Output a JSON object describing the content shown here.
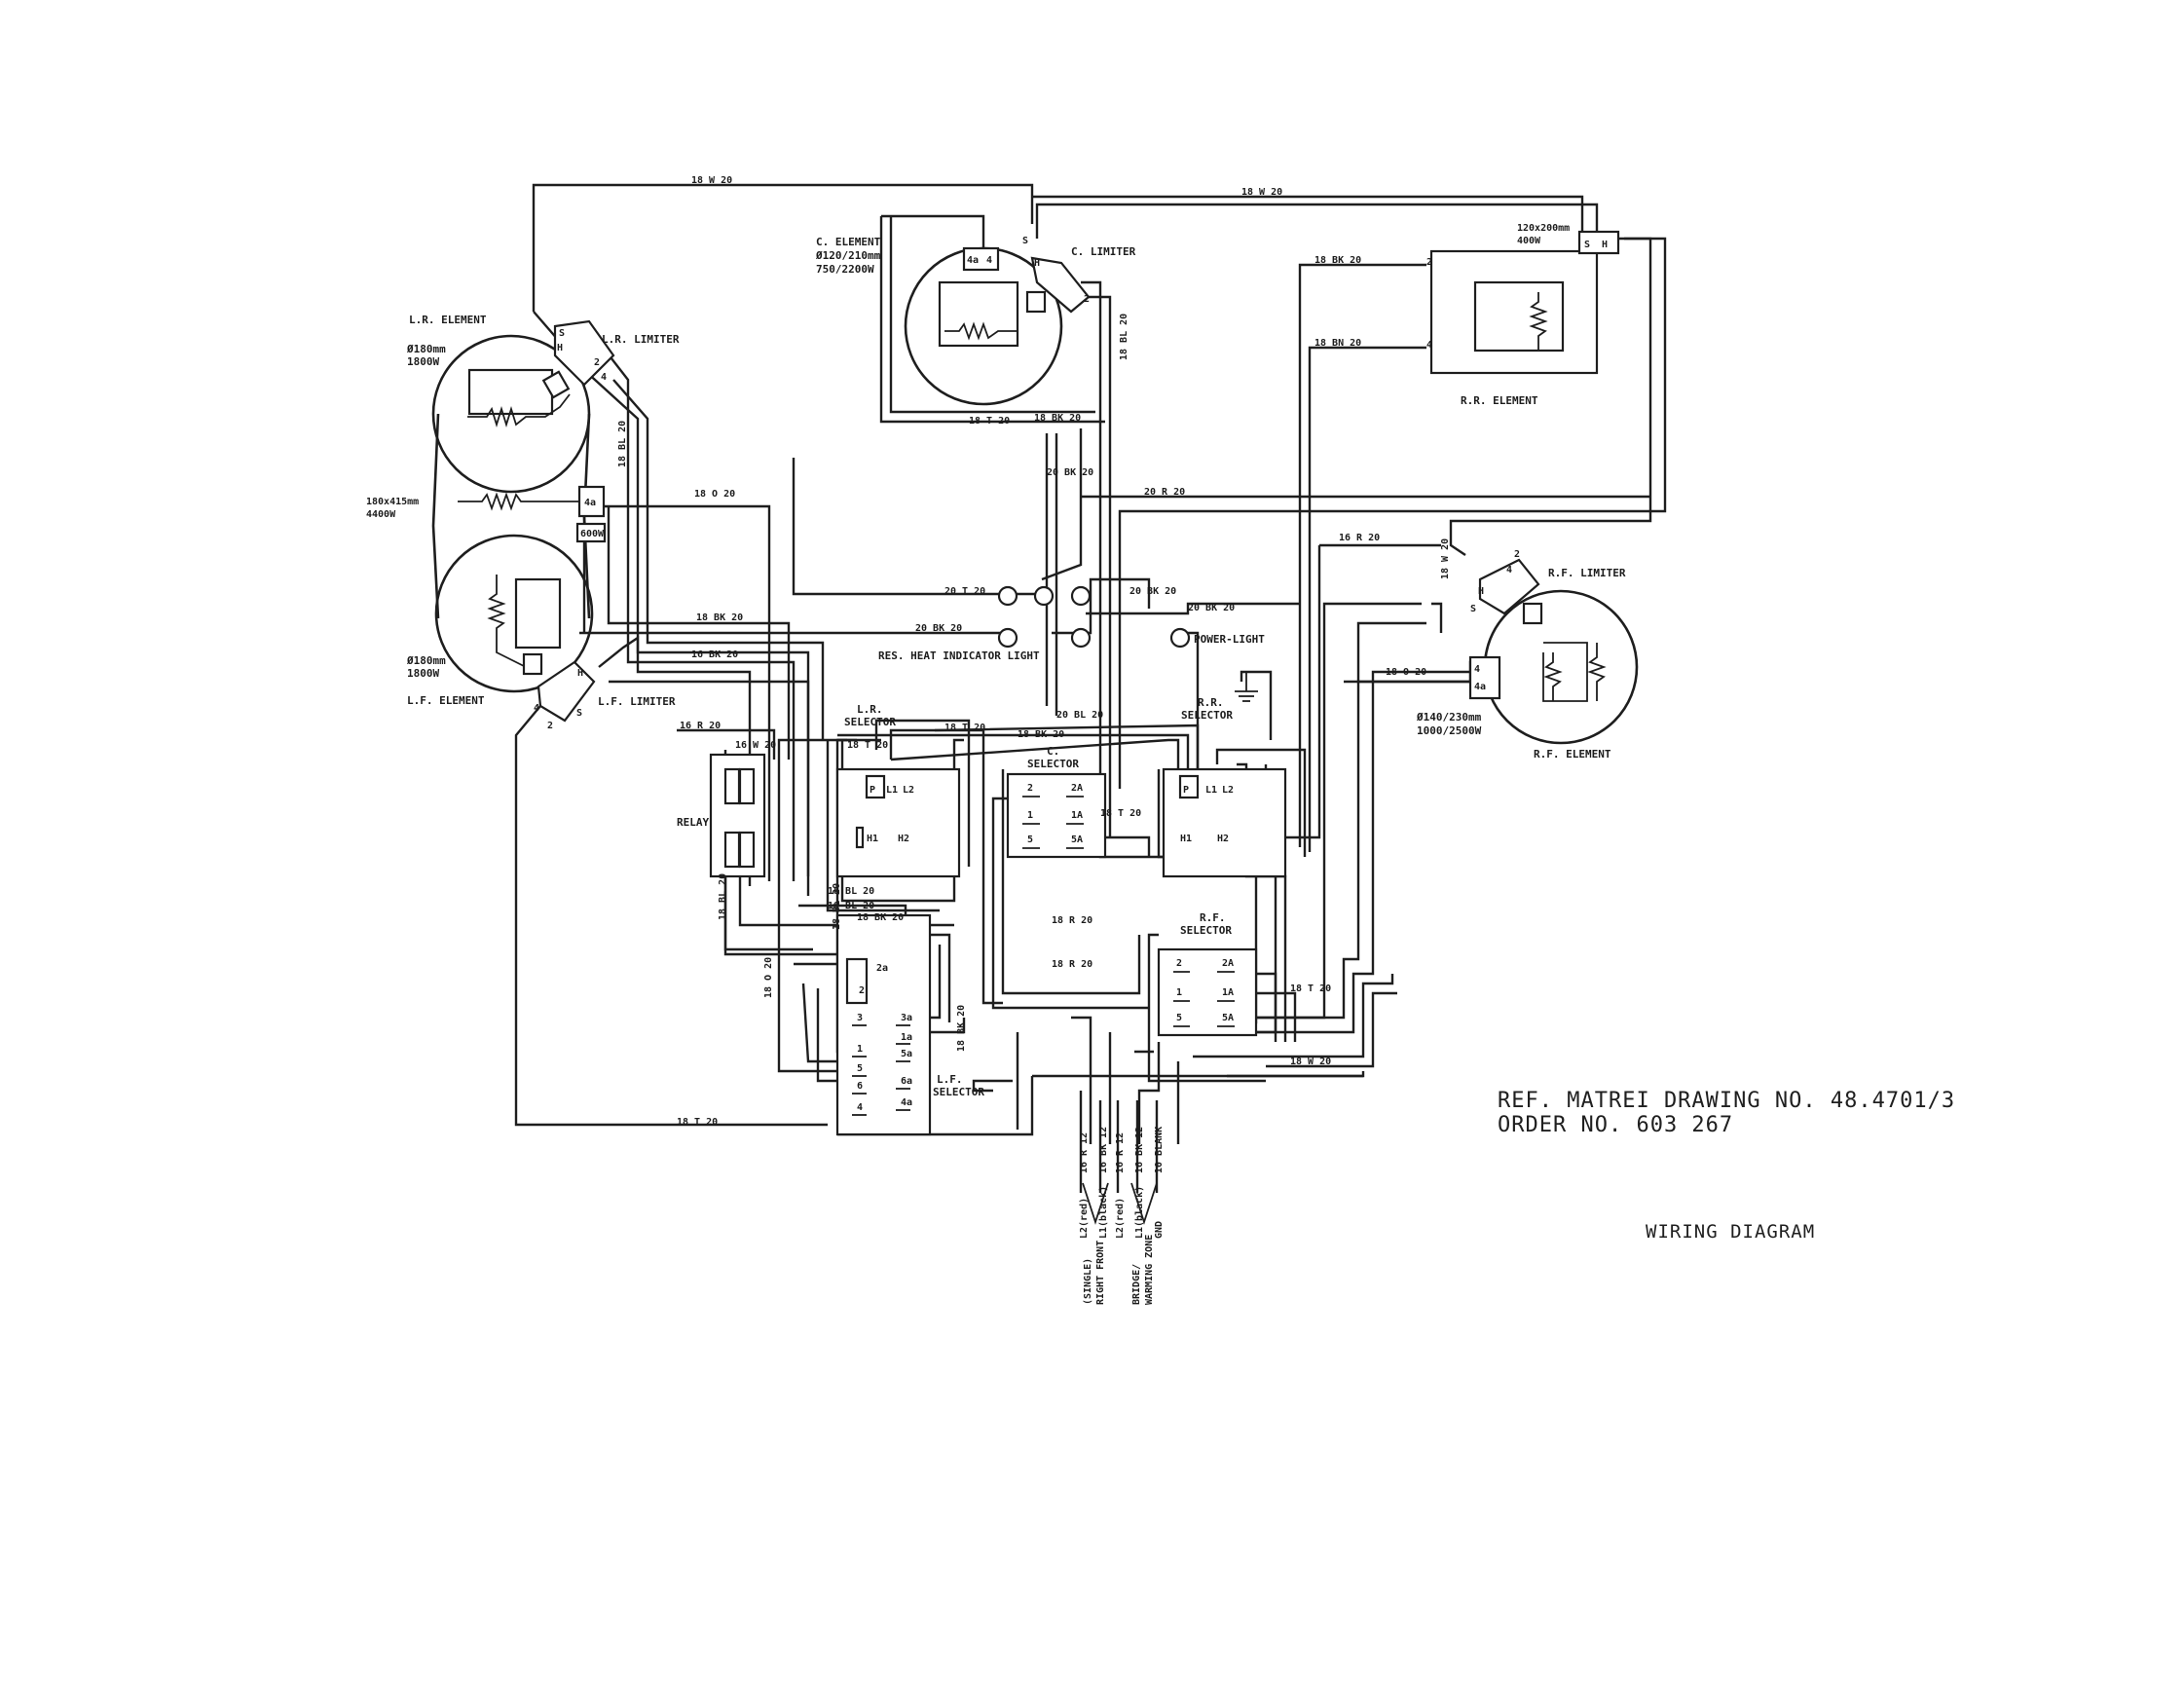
{
  "title_block": {
    "ref": "REF. MATREI DRAWING NO. 48.4701/3",
    "order": "ORDER NO. 603 267",
    "caption": "WIRING DIAGRAM"
  },
  "components": {
    "lr_element": {
      "name": "L.R. ELEMENT",
      "size": "Ø180mm",
      "power": "1800W"
    },
    "lr_limiter": {
      "name": "L.R. LIMITER"
    },
    "bridge_element": {
      "size": "180x415mm",
      "power": "4400W",
      "aux": "600W"
    },
    "lf_element": {
      "name": "L.F. ELEMENT",
      "size": "Ø180mm",
      "power": "1800W"
    },
    "lf_limiter": {
      "name": "L.F. LIMITER"
    },
    "c_element": {
      "name": "C. ELEMENT",
      "size": "Ø120/210mm",
      "power": "750/2200W"
    },
    "c_limiter": {
      "name": "C. LIMITER"
    },
    "rr_element": {
      "name": "R.R. ELEMENT",
      "size": "120x200mm",
      "power": "400W"
    },
    "rf_element": {
      "name": "R.F. ELEMENT",
      "size": "Ø140/230mm",
      "power": "1000/2500W"
    },
    "rf_limiter": {
      "name": "R.F. LIMITER"
    },
    "res_heat_light": {
      "name": "RES. HEAT INDICATOR LIGHT"
    },
    "power_light": {
      "name": "POWER-LIGHT"
    },
    "relay": {
      "name": "RELAY"
    },
    "lr_selector": {
      "name": "L.R.",
      "name2": "SELECTOR"
    },
    "c_selector": {
      "name": "C.",
      "name2": "SELECTOR"
    },
    "rr_selector": {
      "name": "R.R.",
      "name2": "SELECTOR"
    },
    "rf_selector": {
      "name": "R.F.",
      "name2": "SELECTOR"
    },
    "lf_selector": {
      "name": "L.F.",
      "name2": "SELECTOR"
    }
  },
  "terminals": {
    "s": "S",
    "h": "H",
    "t2": "2",
    "t4": "4",
    "t4a": "4a",
    "p": "P",
    "l1": "L1",
    "l2": "L2",
    "h1": "H1",
    "h2": "H2",
    "n1": "1",
    "n2": "2",
    "n3": "3",
    "n4": "4",
    "n5": "5",
    "n6": "6",
    "a1": "1A",
    "a2": "2A",
    "a5": "5A",
    "a1e": "1a",
    "a2o": "2a",
    "a3e": "3a",
    "a4e": "4a",
    "a5e": "5a",
    "a6e": "6a"
  },
  "wires": {
    "w18w": "18 W 20",
    "w18o": "18 O 20",
    "w18bk": "18 BK 20",
    "w16bk": "16 BK 20",
    "w16r": "16 R 20",
    "w18t": "18 T 20",
    "w18bl": "18 BL 20",
    "w18bn": "18 BN 20",
    "w20bk": "20 BK 20",
    "w20r": "20 R 20",
    "w20t": "20 T 20",
    "w20bl": "20 BL 20",
    "w18r": "18 R 20",
    "w18bl2": "18 BL 20",
    "w16w": "16 W 20"
  },
  "leads": {
    "l2_red": "L2(red)",
    "l1_black": "L1(black)",
    "l2_red_b": "L2(red)",
    "l1_black_b": "L1(black)",
    "gnd": "GND",
    "w16r12": "16 R 12",
    "w16bk12": "16 BK 12",
    "w16r12b": "16 R 12",
    "w16bk12b": "16 BK 12",
    "w10blank": "10 BLANK"
  },
  "zones": {
    "right_front_1": "(SINGLE)",
    "right_front_2": "RIGHT FRONT",
    "bridge_1": "BRIDGE/",
    "bridge_2": "WARMING ZONE"
  }
}
